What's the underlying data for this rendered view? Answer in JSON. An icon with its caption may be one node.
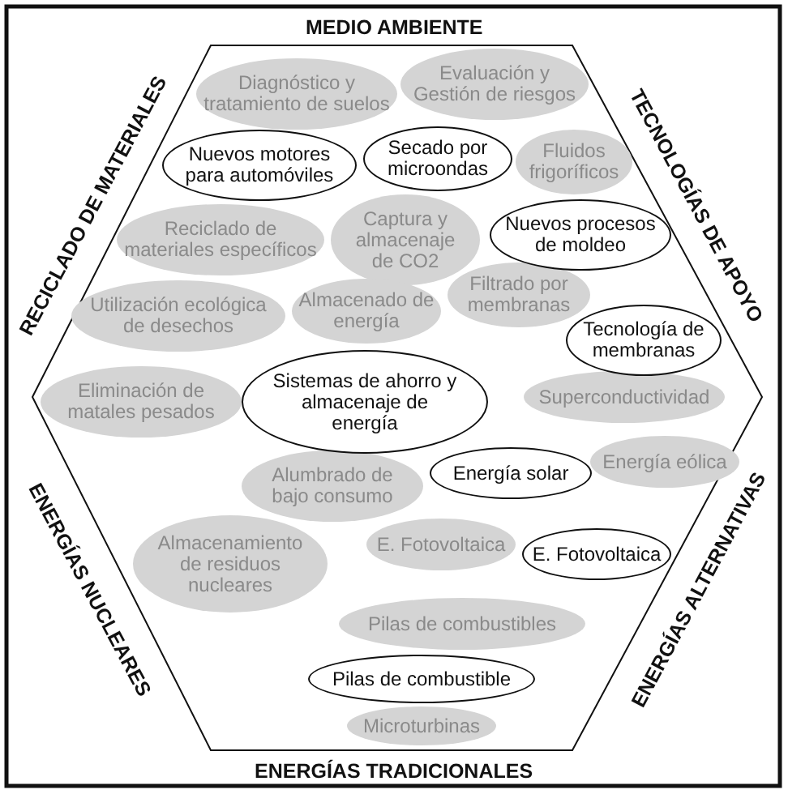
{
  "diagram": {
    "nodes": [
      {
        "text": [
          "Evaluación y Gestión de riesgos"
        ]
      },
      {
        "text": [
          "Diagnóstico y tratamiento de suelos"
        ]
      },
      {
        "text": [
          "Secado por microondas"
        ]
      },
      {
        "text": [
          "Nuevos motores para automóviles"
        ]
      },
      {
        "text": [
          "Fluidos frigoríficos"
        ]
      },
      {
        "text": [
          "Reciclado de materiales específicos"
        ]
      },
      {
        "text": [
          "Captura y almacenaje de CO2"
        ]
      },
      {
        "text": [
          "Nuevos procesos de moldeo"
        ]
      },
      {
        "text": [
          "Filtrado por membranas"
        ]
      },
      {
        "text": [
          "Tecnología de membranas"
        ]
      },
      {
        "text": [
          "Utilización ecológica de desechos"
        ]
      },
      {
        "text": [
          "Almacenado de energía"
        ]
      },
      {
        "text": [
          "Sistemas de ahorro y almacenaje de energía"
        ]
      },
      {
        "text": [
          "Superconductividad"
        ]
      },
      {
        "text": [
          "Eliminación de matales pesados"
        ]
      },
      {
        "text": [
          "Energía eólica"
        ]
      },
      {
        "text": [
          "Alumbrado de bajo consumo"
        ]
      },
      {
        "text": [
          "Energía solar"
        ]
      },
      {
        "text": [
          "Almacenamiento de residuos nucleares"
        ]
      },
      {
        "text": [
          "E. Fotovoltaica"
        ]
      },
      {
        "text": [
          "E. Fotovoltaica"
        ]
      },
      {
        "text": [
          "Pilas de combustibles"
        ]
      },
      {
        "text": [
          "Pilas de combustible"
        ]
      },
      {
        "text": [
          "Microturbinas"
        ]
      }
    ],
    "labels": [
      "MEDIO AMBIENTE",
      "RECICLADO DE MATERIALES",
      "TECNOLOGÍAS DE APOYO",
      "ENERGÍAS NUCLEARES",
      "ENERGÍAS ALTERNATIVAS",
      "ENERGÍAS TRADICIONALES"
    ]
  }
}
